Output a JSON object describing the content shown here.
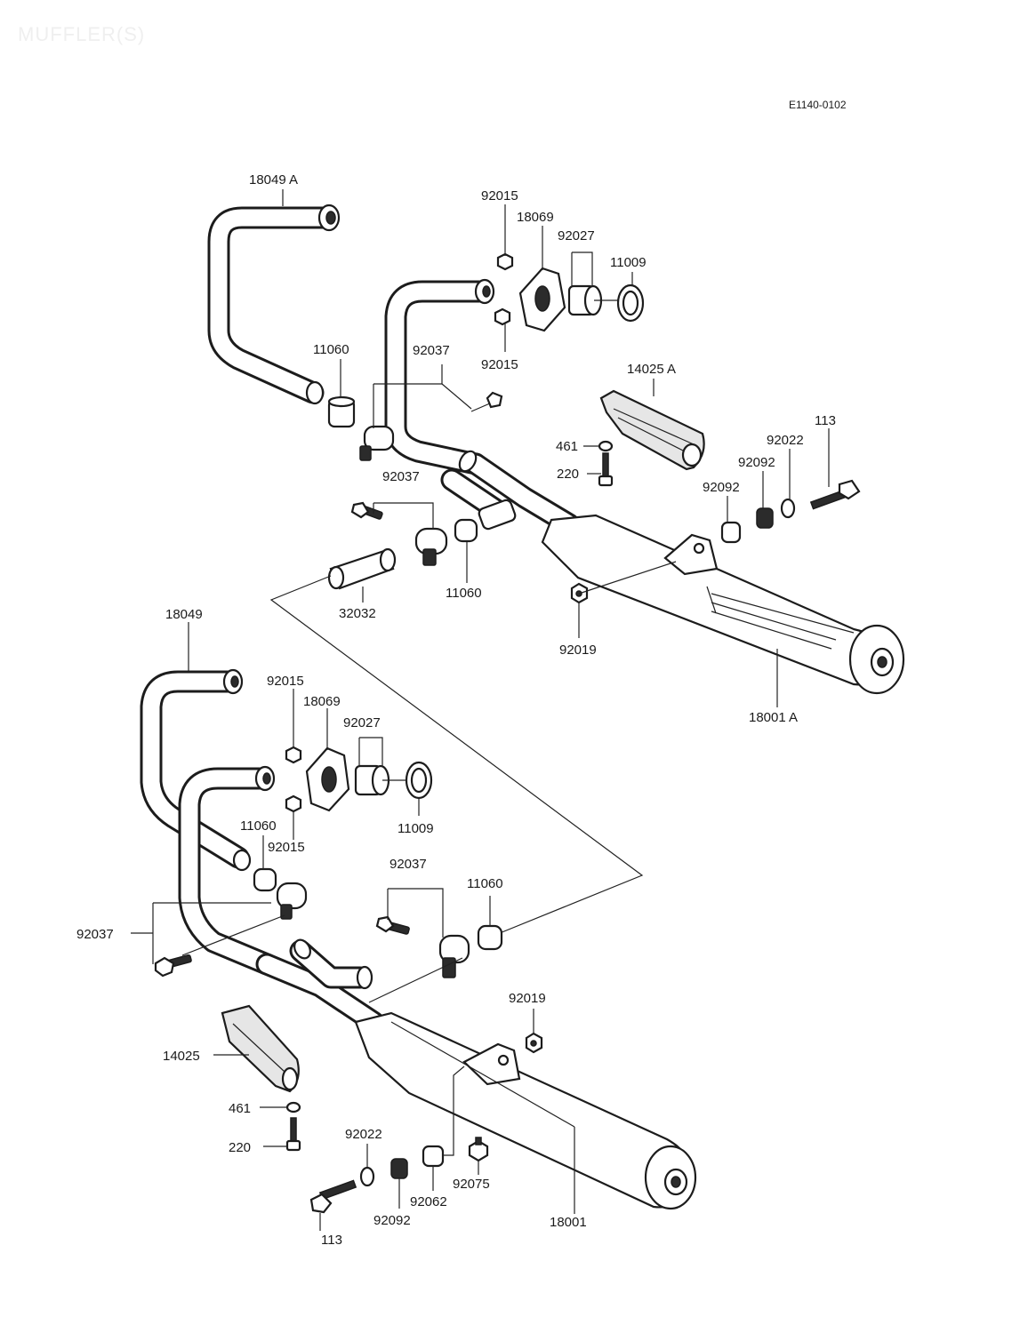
{
  "header": {
    "title": "MUFFLER(S)",
    "diagram_code": "E1140-0102"
  },
  "upper_assembly": {
    "labels": {
      "p18049A": "18049 A",
      "p92015a": "92015",
      "p18069": "18069",
      "p92027": "92027",
      "p11009": "11009",
      "p92015b": "92015",
      "p11060a": "11060",
      "p92037a": "92037",
      "p14025A": "14025 A",
      "p113": "113",
      "p92022": "92022",
      "p92092a": "92092",
      "p92092b": "92092",
      "p461": "461",
      "p220": "220",
      "p92037b": "92037",
      "p11060b": "11060",
      "p32032": "32032",
      "p92019": "92019",
      "p18001A": "18001 A"
    }
  },
  "lower_assembly": {
    "labels": {
      "p18049": "18049",
      "p92015a": "92015",
      "p18069": "18069",
      "p92027": "92027",
      "p11009": "11009",
      "p11060a": "11060",
      "p92015b": "92015",
      "p92037a": "92037",
      "p92037b": "92037",
      "p11060b": "11060",
      "p92019": "92019",
      "p14025": "14025",
      "p461": "461",
      "p220": "220",
      "p92022": "92022",
      "p92092a": "92092",
      "p92062": "92062",
      "p92075": "92075",
      "p113": "113",
      "p18001": "18001"
    }
  }
}
